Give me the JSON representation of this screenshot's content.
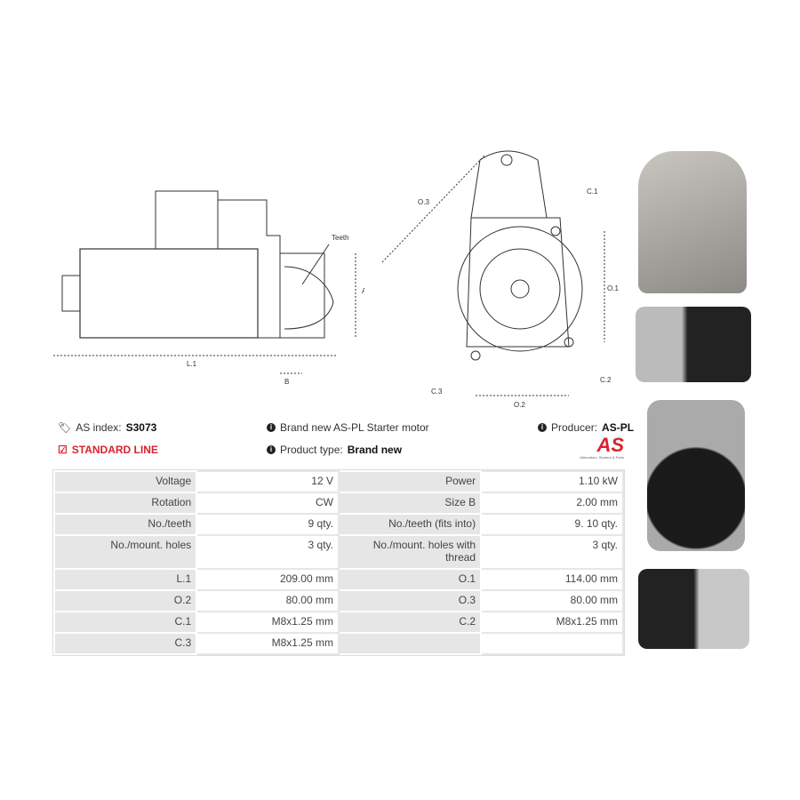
{
  "diagram": {
    "labels": {
      "teeth": "Teeth",
      "a": "A",
      "l1": "L.1",
      "b": "B",
      "o3": "O.3",
      "c1": "C.1",
      "o1": "O.1",
      "c2": "C.2",
      "c3": "C.3",
      "o2": "O.2"
    }
  },
  "info": {
    "as_index_label": "AS index:",
    "as_index_value": "S3073",
    "standard_line": "STANDARD LINE",
    "description": "Brand new AS-PL Starter motor",
    "product_type_label": "Product type:",
    "product_type_value": "Brand new",
    "producer_label": "Producer:",
    "producer_value": "AS-PL",
    "logo_text": "AS",
    "logo_tagline": "Alternators, Starters & Parts",
    "accent": "#d9232d"
  },
  "specs": [
    [
      "Voltage",
      "12 V",
      "Power",
      "1.10 kW"
    ],
    [
      "Rotation",
      "CW",
      "Size B",
      "2.00 mm"
    ],
    [
      "No./teeth",
      "9 qty.",
      "No./teeth (fits into)",
      "9. 10 qty."
    ],
    [
      "No./mount. holes",
      "3 qty.",
      "No./mount. holes with thread",
      "3 qty."
    ],
    [
      "L.1",
      "209.00 mm",
      "O.1",
      "114.00 mm"
    ],
    [
      "O.2",
      "80.00 mm",
      "O.3",
      "80.00 mm"
    ],
    [
      "C.1",
      "M8x1.25 mm",
      "C.2",
      "M8x1.25 mm"
    ],
    [
      "C.3",
      "M8x1.25 mm",
      "",
      ""
    ]
  ]
}
